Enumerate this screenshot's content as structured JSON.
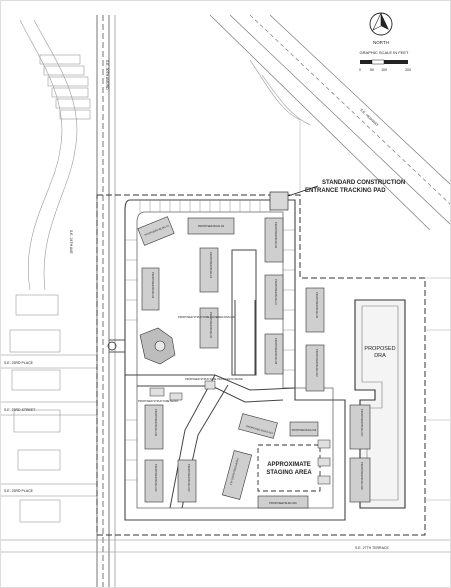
{
  "north_arrow": {
    "label": "NORTH"
  },
  "scale_bar": {
    "title": "GRAPHIC SCALE IN FEET",
    "ticks": [
      "0",
      "50",
      "100",
      "200"
    ]
  },
  "callouts": {
    "tracking_pad_line1": "STANDARD CONSTRUCTION",
    "tracking_pad_line2": "ENTRANCE TRACKING PAD"
  },
  "areas": {
    "dra_line1": "PROPOSED",
    "dra_line2": "DRA",
    "staging_line1": "APPROXIMATE",
    "staging_line2": "STAGING AREA"
  },
  "streets": {
    "ave_west": "S.E. 24TH AVE",
    "ave_main": "S.E. 30TH AVE/RD",
    "highway": "S.E. HIGHWAY",
    "place_23": "S.E. 23RD PLACE",
    "street_23": "S.E. 23RD STREET",
    "place_23b": "S.E. 23RD PLACE",
    "terrace": "S.E. 27TH TERRACE"
  },
  "buildings": {
    "b1": "PROPOSED BLDG #1",
    "b2": "PROPOSED BLDG #2",
    "b3": "PROPOSED BLDG #3",
    "b4": "PROPOSED BLDG #4",
    "b5": "PROPOSED BLDG #5",
    "b6": "PROPOSED BLDG #6",
    "b7": "PROPOSED BLDG #7",
    "b8": "PROPOSED BLDG #8",
    "b9": "PROPOSED BLDG #9",
    "b10": "PROPOSED BLDG #10",
    "b11": "PROPOSED BLDG #11",
    "b12": "PROPOSED BLDG #12",
    "b13": "PROPOSED BLDG #13",
    "b14": "PROPOSED BLDG #14",
    "b15": "PROPOSED BLDG #15",
    "b16": "PROPOSED BLDG #16",
    "b17": "PROPOSED BLDG #17",
    "b18": "PROPOSED BLDG #18",
    "b19": "PROPOSED BLDG #19"
  },
  "structures": {
    "pavilion": "PROPOSED STRUCTURE COVERED PAVILION",
    "trash": "PROPOSED STRUCTURE TRASH ENCLOSURE",
    "maint": "PROPOSED STRUCTURE MAINT."
  }
}
